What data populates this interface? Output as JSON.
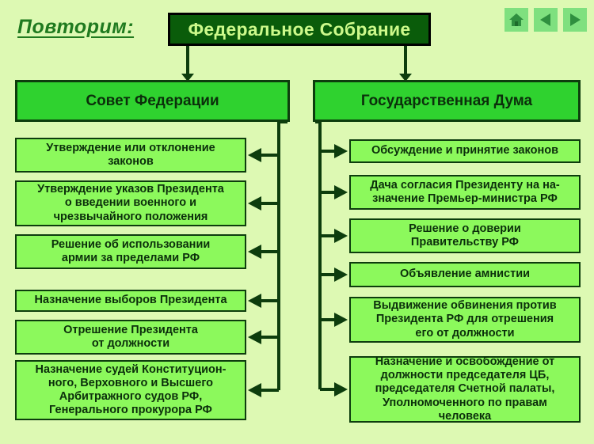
{
  "page": {
    "background_color": "#ddf9b3",
    "heading_label": "Повторим:",
    "title": "Федеральное Собрание"
  },
  "nav": {
    "buttons": [
      {
        "name": "home-icon",
        "label": "home"
      },
      {
        "name": "previous-slide-icon",
        "label": "previous"
      },
      {
        "name": "next-slide-icon",
        "label": "next"
      }
    ]
  },
  "colors": {
    "title_box_fill": "#0a5c0a",
    "title_box_text": "#ccf98a",
    "column_header_fill": "#2fd22f",
    "item_fill": "#8cf95c",
    "border": "#0d3d0d",
    "accent_text": "#1f7a1f"
  },
  "columns": [
    {
      "id": "council",
      "header": "Совет Федерации",
      "arrow_direction": "left",
      "items": [
        {
          "text": "Утверждение или отклонение\nзаконов"
        },
        {
          "text": "Утверждение указов Президента\nо введении военного и\nчрезвычайного положения"
        },
        {
          "text": "Решение об использовании\nармии за пределами РФ"
        },
        {
          "text": "Назначение выборов Президента"
        },
        {
          "text": "Отрешение Президента\nот должности"
        },
        {
          "text": "Назначение судей Конституцион-\nного, Верховного и Высшего\nАрбитражного судов РФ,\nГенерального прокурора РФ"
        }
      ]
    },
    {
      "id": "duma",
      "header": "Государственная Дума",
      "arrow_direction": "right",
      "items": [
        {
          "text": "Обсуждение и принятие законов"
        },
        {
          "text": "Дача согласия Президенту на на-\nзначение Премьер-министра РФ"
        },
        {
          "text": "Решение о доверии\nПравительству РФ"
        },
        {
          "text": "Объявление амнистии"
        },
        {
          "text": "Выдвижение обвинения против\nПрезидента РФ для отрешения\nего от должности"
        },
        {
          "text": "Назначение и освобождение от\nдолжности председателя ЦБ,\nпредседателя Счетной палаты,\nУполномоченного по правам\nчеловека"
        }
      ]
    }
  ]
}
